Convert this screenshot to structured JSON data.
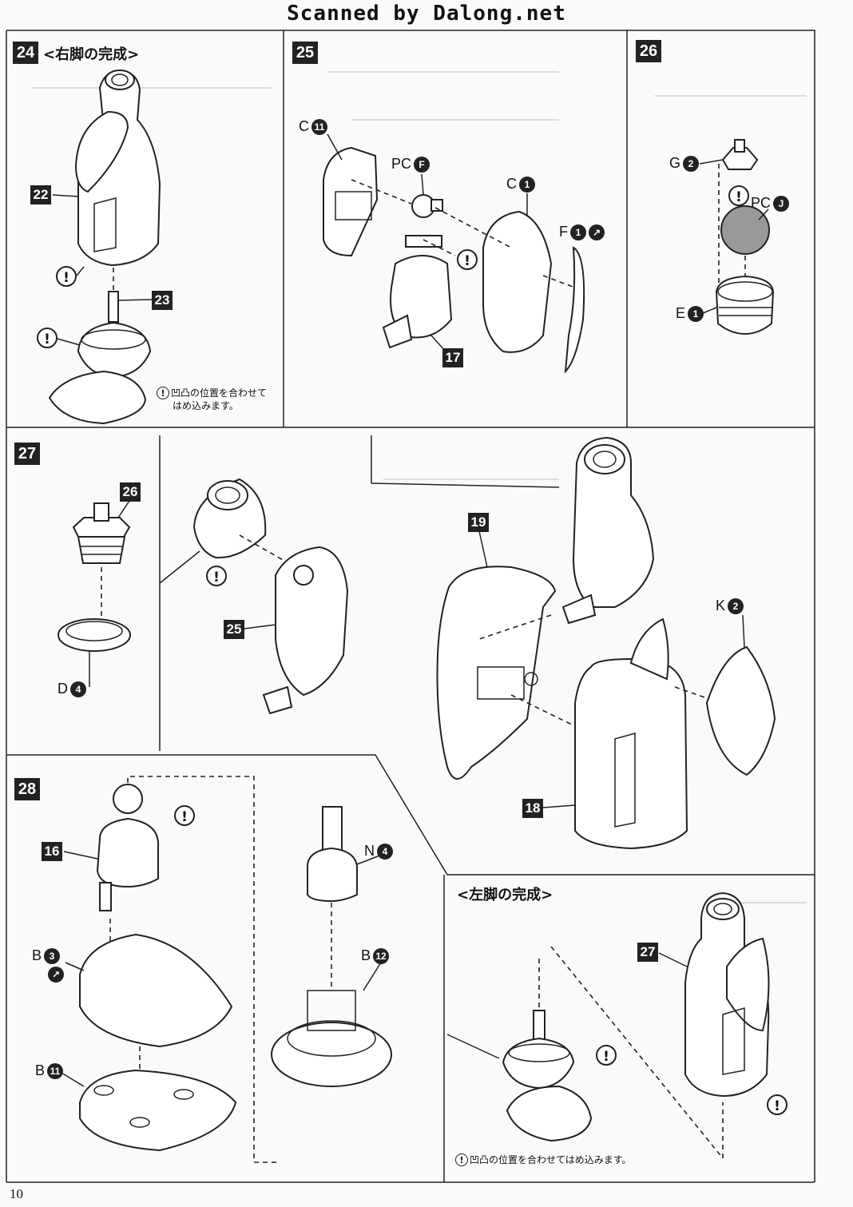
{
  "header": {
    "watermark": "Scanned by Dalong.net"
  },
  "page_number": "10",
  "steps": {
    "s24": {
      "number": "24",
      "title": "<右脚の完成>",
      "parts": [
        "22",
        "23"
      ],
      "note_line1": "凹凸の位置を合わせて",
      "note_line2": "はめ込みます。"
    },
    "s25": {
      "number": "25",
      "parts": [
        "17"
      ],
      "labels": {
        "c11": "C",
        "c11_n": "11",
        "pcf": "PC",
        "pcf_n": "F",
        "c1": "C",
        "c1_n": "1",
        "f1": "F",
        "f1_n": "1"
      }
    },
    "s26": {
      "number": "26",
      "labels": {
        "g2": "G",
        "g2_n": "2",
        "pcj": "PC",
        "pcj_n": "J",
        "e1": "E",
        "e1_n": "1"
      }
    },
    "s27": {
      "number": "27",
      "parts": [
        "26",
        "25",
        "19",
        "18"
      ],
      "labels": {
        "d4": "D",
        "d4_n": "4",
        "k2": "K",
        "k2_n": "2"
      }
    },
    "s28": {
      "number": "28",
      "parts": [
        "16"
      ],
      "labels": {
        "b3": "B",
        "b3_n": "3",
        "b11": "B",
        "b11_n": "11",
        "n4": "N",
        "n4_n": "4",
        "b12": "B",
        "b12_n": "12"
      }
    },
    "left_leg": {
      "title": "<左脚の完成>",
      "part": "27",
      "note": "凹凸の位置を合わせてはめ込みます。"
    }
  },
  "warning_symbol": "!"
}
